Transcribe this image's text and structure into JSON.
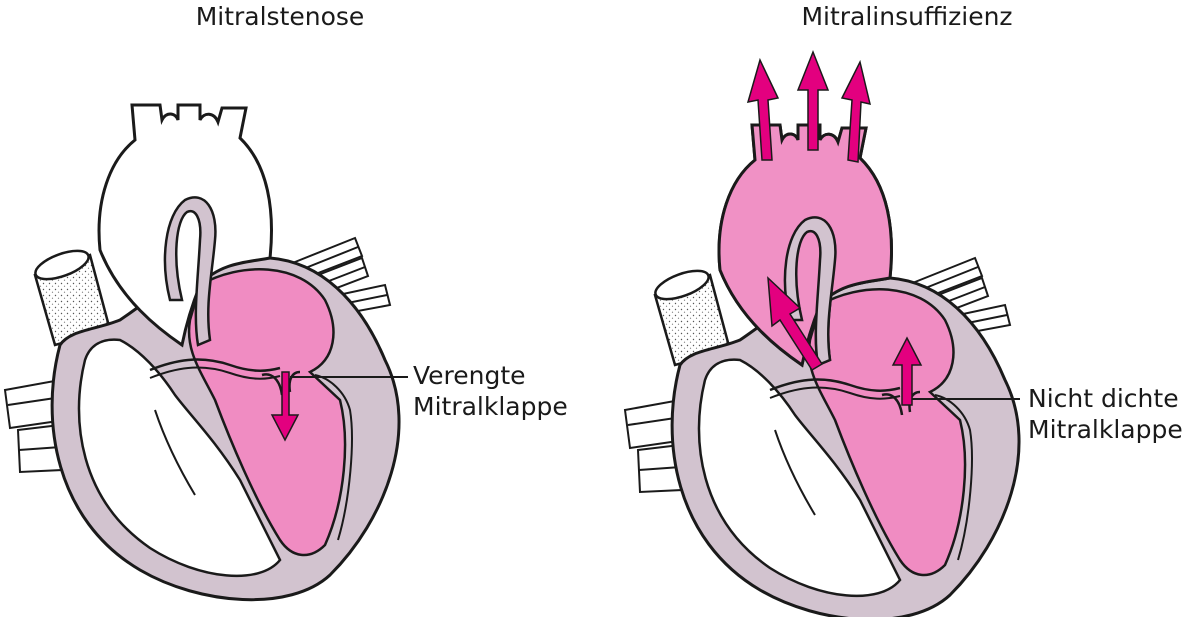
{
  "left": {
    "title": "Mitralstenose",
    "label_line1": "Verengte",
    "label_line2": "Mitralklappe"
  },
  "right": {
    "title": "Mitralinsuffizienz",
    "label_line1": "Nicht dichte",
    "label_line2": "Mitralklappe"
  },
  "colors": {
    "wall": "#d2c3cf",
    "chamber": "#f08cc2",
    "arrow": "#e3007f",
    "outline": "#1a1a1a",
    "vessel": "#ffffff"
  }
}
